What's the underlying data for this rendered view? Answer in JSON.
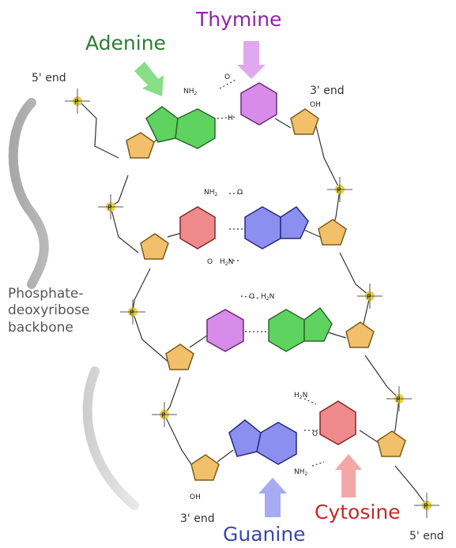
{
  "labels": {
    "thymine": "Thymine",
    "adenine": "Adenine",
    "guanine": "Guanine",
    "cytosine": "Cytosine",
    "five_prime_end_top": "5' end",
    "three_prime_end_top": "3' end",
    "three_prime_end_bottom": "3' end",
    "five_prime_end_bottom": "5' end",
    "backbone_line1": "Phosphate-",
    "backbone_line2": "deoxyribose",
    "backbone_line3": "backbone"
  },
  "atoms": {
    "nh2": "NH",
    "nh2_sub": "2",
    "h2n": "H",
    "h2n_sub": "2",
    "h2n_n": "N",
    "o": "O",
    "oh": "OH",
    "n": "N",
    "h": "H",
    "p": "P"
  },
  "colors": {
    "adenine": "#5fd35f",
    "thymine": "#d68ce8",
    "guanine": "#8a8ff0",
    "cytosine": "#f08a8a",
    "sugar": "#f2c06a",
    "phosphate": "#e6d23a",
    "adenine_label": "#2e7d32",
    "thymine_label": "#8e24aa",
    "guanine_label": "#3949ab",
    "cytosine_label": "#c62828"
  }
}
